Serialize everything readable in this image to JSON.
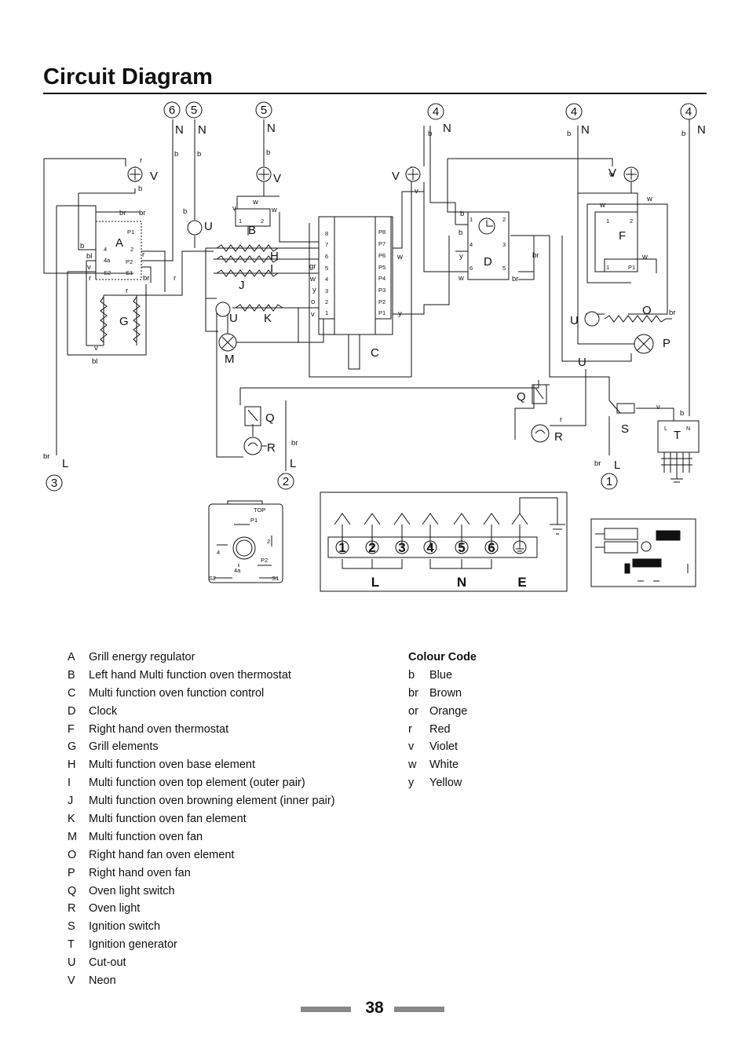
{
  "title": "Circuit Diagram",
  "page_number": "38",
  "diagram": {
    "terminal_numbers": [
      "6",
      "5",
      "5",
      "4",
      "4",
      "4",
      "3",
      "2",
      "1"
    ],
    "line_labels": [
      "N",
      "N",
      "N",
      "N",
      "N",
      "N",
      "L",
      "L",
      "L"
    ],
    "component_letters": [
      "A",
      "B",
      "C",
      "D",
      "F",
      "G",
      "H",
      "I",
      "J",
      "K",
      "M",
      "O",
      "P",
      "Q",
      "Q",
      "R",
      "R",
      "S",
      "T",
      "U",
      "U",
      "U",
      "U",
      "V",
      "V",
      "V",
      "V"
    ],
    "wire_codes": [
      "b",
      "b",
      "b",
      "b",
      "b",
      "b",
      "b",
      "b",
      "r",
      "b",
      "w",
      "v",
      "v",
      "w",
      "br",
      "br",
      "r",
      "bl",
      "v",
      "r",
      "br",
      "r",
      "bl",
      "v",
      "r",
      "gr",
      "w",
      "y",
      "o",
      "v",
      "y",
      "w",
      "b",
      "b",
      "y",
      "w",
      "br",
      "br",
      "w",
      "w",
      "w",
      "w",
      "r",
      "v",
      "b",
      "br",
      "br",
      "br",
      "br"
    ],
    "terminal_block": {
      "terminals": [
        "1",
        "2",
        "3",
        "4",
        "5",
        "6"
      ],
      "groups": [
        "L",
        "N",
        "E"
      ]
    },
    "regulator_detail": {
      "top": "TOP",
      "p1": "P1",
      "p2": "P2",
      "t2": "2",
      "t4": "4",
      "t4a": "4a",
      "s1": "S1",
      "s2": "S2"
    },
    "thermostat_terminals": {
      "b1": "1",
      "b2": "2",
      "f1": "1",
      "f2": "2",
      "fp1": "P1"
    },
    "clock_terminals": [
      "1",
      "2",
      "4",
      "3",
      "6",
      "5"
    ],
    "grill_reg_terminals": [
      "P1",
      "4",
      "2",
      "4a",
      "P2",
      "S2",
      "S1"
    ],
    "function_control_left": [
      "8",
      "7",
      "6",
      "5",
      "4",
      "3",
      "2",
      "1"
    ],
    "function_control_right": [
      "P8",
      "P7",
      "P6",
      "P5",
      "P4",
      "P3",
      "P2",
      "P1"
    ],
    "ignition_gen_terminals": [
      "L",
      "N"
    ]
  },
  "legend": [
    {
      "key": "A",
      "label": "Grill energy regulator"
    },
    {
      "key": "B",
      "label": "Left hand Multi function oven thermostat"
    },
    {
      "key": "C",
      "label": "Multi function oven function control"
    },
    {
      "key": "D",
      "label": "Clock"
    },
    {
      "key": "F",
      "label": "Right hand oven thermostat"
    },
    {
      "key": "G",
      "label": "Grill elements"
    },
    {
      "key": "H",
      "label": "Multi function oven base element"
    },
    {
      "key": "I",
      "label": "Multi function oven top element (outer pair)"
    },
    {
      "key": "J",
      "label": "Multi function oven browning element (inner pair)"
    },
    {
      "key": "K",
      "label": "Multi function oven fan element"
    },
    {
      "key": "M",
      "label": "Multi function oven fan"
    },
    {
      "key": "O",
      "label": "Right hand fan oven element"
    },
    {
      "key": "P",
      "label": "Right hand oven fan"
    },
    {
      "key": "Q",
      "label": "Oven light switch"
    },
    {
      "key": "R",
      "label": "Oven light"
    },
    {
      "key": "S",
      "label": "Ignition switch"
    },
    {
      "key": "T",
      "label": "Ignition generator"
    },
    {
      "key": "U",
      "label": "Cut-out"
    },
    {
      "key": "V",
      "label": "Neon"
    }
  ],
  "colour_code": {
    "heading": "Colour Code",
    "items": [
      {
        "key": "b",
        "label": "Blue"
      },
      {
        "key": "br",
        "label": "Brown"
      },
      {
        "key": "or",
        "label": "Orange"
      },
      {
        "key": "r",
        "label": "Red"
      },
      {
        "key": "v",
        "label": "Violet"
      },
      {
        "key": "w",
        "label": "White"
      },
      {
        "key": "y",
        "label": "Yellow"
      }
    ]
  }
}
